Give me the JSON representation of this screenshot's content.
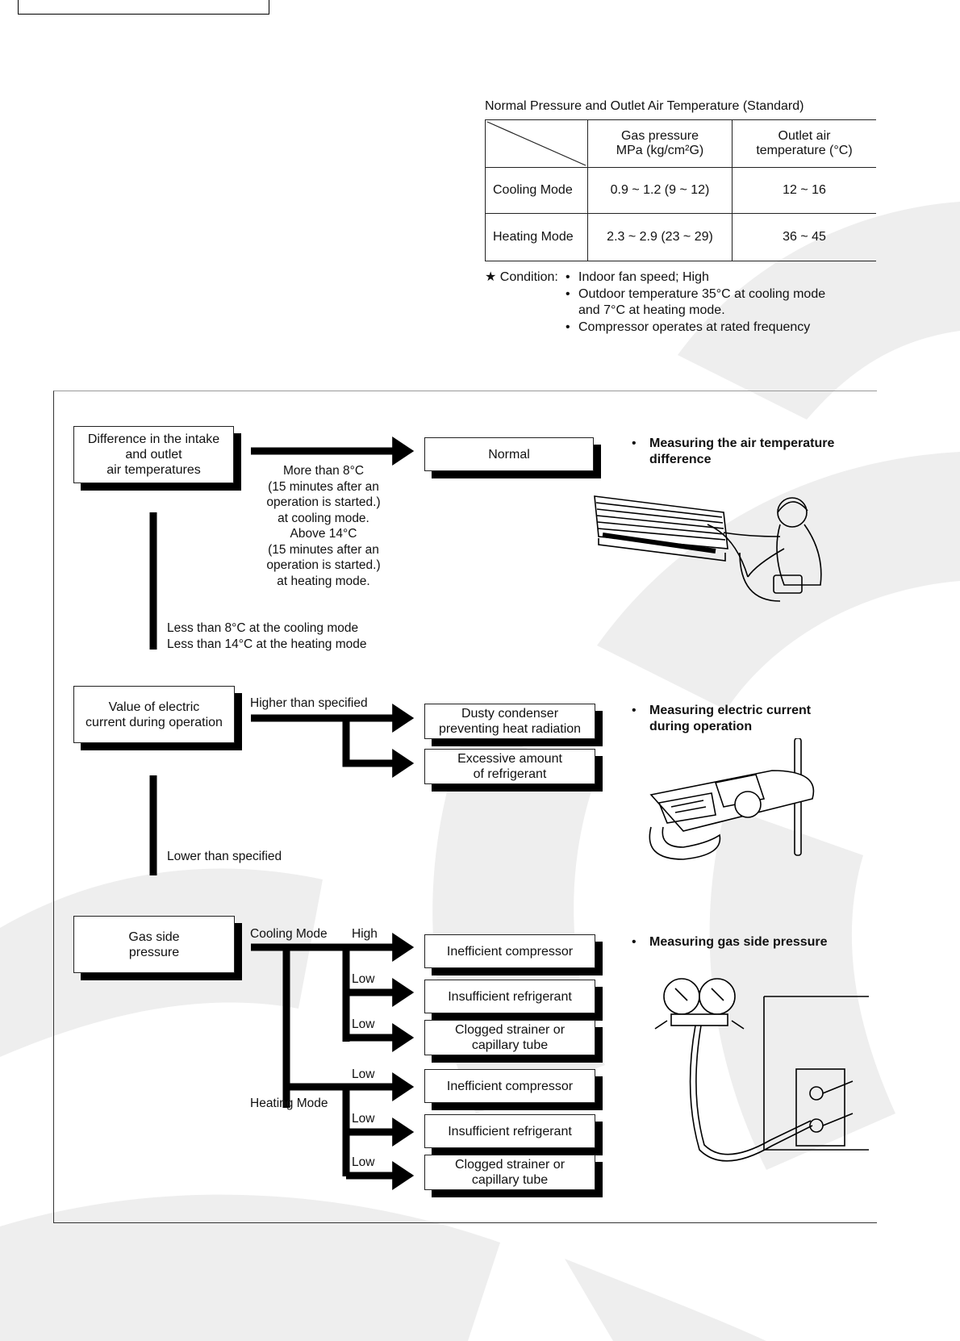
{
  "table": {
    "title": "Normal Pressure and Outlet Air Temperature (Standard)",
    "columns": [
      "",
      "Gas pressure\nMPa (kg/cm²G)",
      "Outlet air\ntemperature (°C)"
    ],
    "col1_line1": "Gas pressure",
    "col1_line2": "MPa (kg/cm²G)",
    "col2_line1": "Outlet air",
    "col2_line2": "temperature (°C)",
    "rows": [
      {
        "mode": "Cooling Mode",
        "pressure": "0.9 ~ 1.2 (9 ~ 12)",
        "temp": "12 ~ 16"
      },
      {
        "mode": "Heating Mode",
        "pressure": "2.3 ~ 2.9 (23 ~ 29)",
        "temp": "36 ~ 45"
      }
    ]
  },
  "condition": {
    "label": "★ Condition:",
    "items": [
      "Indoor fan speed; High",
      "Outdoor temperature 35°C at cooling mode and 7°C at heating mode.",
      "Compressor operates at rated frequency"
    ]
  },
  "flow": {
    "step1": {
      "box": "Difference in the intake and outlet air temperatures",
      "box_l1": "Difference in the intake",
      "box_l2": "and outlet",
      "box_l3": "air temperatures",
      "normal_box": "Normal",
      "cond_lines": [
        "More than 8°C",
        "(15 minutes after an",
        "operation is started.)",
        "at cooling mode.",
        "Above 14°C",
        "(15 minutes after an",
        "operation is started.)",
        "at heating mode."
      ],
      "down_l1": "Less than 8°C at the cooling mode",
      "down_l2": "Less than 14°C at the heating mode",
      "note_l1": "Measuring the air temperature",
      "note_l2": "difference"
    },
    "step2": {
      "box_l1": "Value of electric",
      "box_l2": "current during operation",
      "higher": "Higher than specified",
      "result1_l1": "Dusty condenser",
      "result1_l2": "preventing heat radiation",
      "result2_l1": "Excessive amount",
      "result2_l2": "of refrigerant",
      "lower": "Lower than specified",
      "note_l1": "Measuring electric current",
      "note_l2": "during operation"
    },
    "step3": {
      "box_l1": "Gas side",
      "box_l2": "pressure",
      "cooling": "Cooling Mode",
      "heating": "Heating Mode",
      "high": "High",
      "low": "Low",
      "results": [
        {
          "l1": "Inefficient compressor",
          "l2": ""
        },
        {
          "l1": "Insufficient refrigerant",
          "l2": ""
        },
        {
          "l1": "Clogged strainer or",
          "l2": "capillary tube"
        },
        {
          "l1": "Inefficient compressor",
          "l2": ""
        },
        {
          "l1": "Insufficient refrigerant",
          "l2": ""
        },
        {
          "l1": "Clogged strainer or",
          "l2": "capillary tube"
        }
      ],
      "note": "Measuring gas side pressure"
    }
  }
}
